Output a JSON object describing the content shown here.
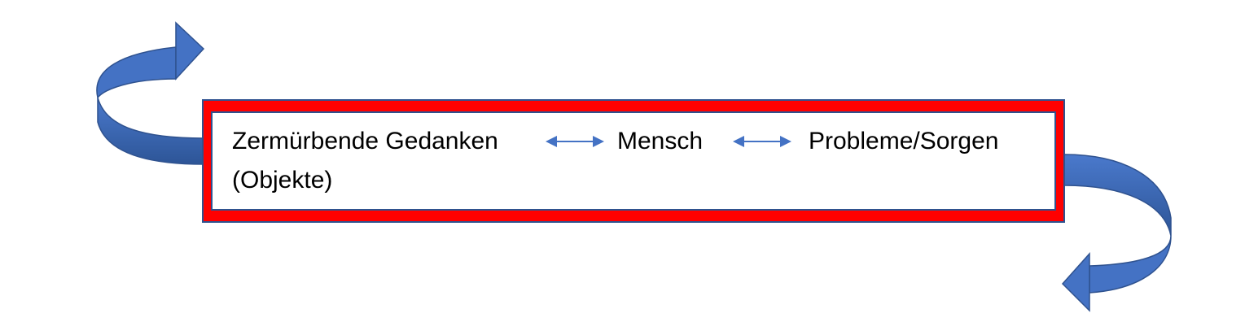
{
  "diagram": {
    "left_term": "Zermürbende Gedanken",
    "left_term_note": "(Objekte)",
    "center_term": "Mensch",
    "right_term": "Probleme/Sorgen"
  },
  "colors": {
    "arrow_fill": "#4472c4",
    "arrow_stroke": "#2f528f",
    "outer_frame": "#ff0000",
    "frame_border": "#2f528f",
    "connector": "#4472c4"
  },
  "icons": {
    "top_left": "curved-up-arrow-icon",
    "bottom_right": "curved-down-arrow-icon",
    "connectors": "double-headed-arrow-icon"
  }
}
